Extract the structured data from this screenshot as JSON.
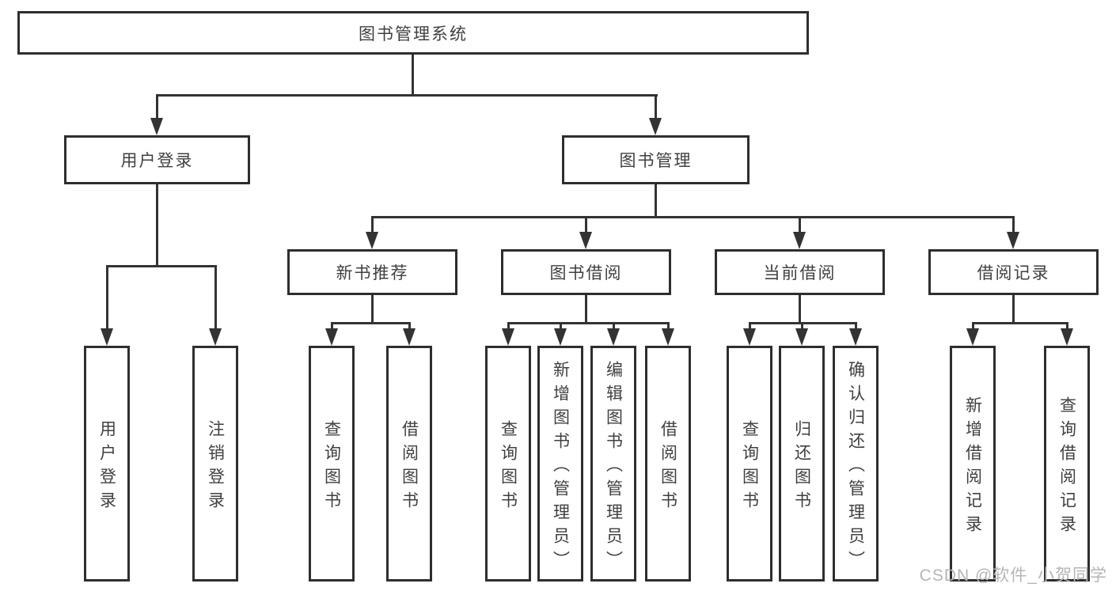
{
  "nodes": {
    "root": {
      "label": "图书管理系统"
    },
    "level2": [
      {
        "label": "用户登录"
      },
      {
        "label": "图书管理"
      }
    ],
    "level3": [
      {
        "label": "新书推荐",
        "parent": "图书管理"
      },
      {
        "label": "图书借阅",
        "parent": "图书管理"
      },
      {
        "label": "当前借阅",
        "parent": "图书管理"
      },
      {
        "label": "借阅记录",
        "parent": "图书管理"
      }
    ],
    "leaves": [
      {
        "label": "用户登录",
        "parent": "用户登录"
      },
      {
        "label": "注销登录",
        "parent": "用户登录"
      },
      {
        "label": "查询图书",
        "parent": "新书推荐"
      },
      {
        "label": "借阅图书",
        "parent": "新书推荐"
      },
      {
        "label": "查询图书",
        "parent": "图书借阅"
      },
      {
        "label": "新增图书（管理员）",
        "parent": "图书借阅"
      },
      {
        "label": "编辑图书（管理员）",
        "parent": "图书借阅"
      },
      {
        "label": "借阅图书",
        "parent": "图书借阅"
      },
      {
        "label": "查询图书",
        "parent": "当前借阅"
      },
      {
        "label": "归还图书",
        "parent": "当前借阅"
      },
      {
        "label": "确认归还（管理员）",
        "parent": "当前借阅"
      },
      {
        "label": "新增借阅记录",
        "parent": "借阅记录"
      },
      {
        "label": "查询借阅记录",
        "parent": "借阅记录"
      }
    ]
  },
  "watermark": "CSDN @软件_小贺同学",
  "colors": {
    "line": "#333333",
    "border": "#2e2e2e",
    "text": "#404040",
    "watermark": "#b5b5b5",
    "background": "#ffffff"
  }
}
